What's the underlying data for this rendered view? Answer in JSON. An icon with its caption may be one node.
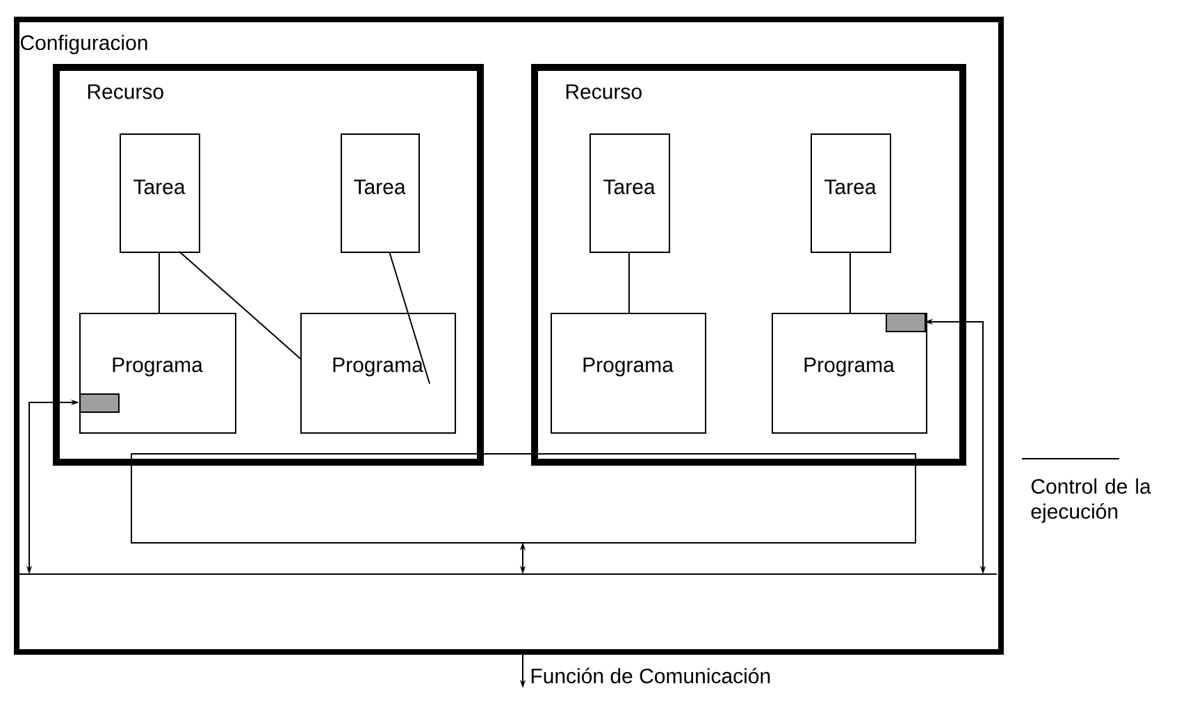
{
  "diagram": {
    "nodes": [
      {
        "text": [
          "Configuracion"
        ]
      },
      {
        "text": [
          "Recurso"
        ],
        "in": 0
      },
      {
        "text": [
          "Tarea"
        ],
        "in": 1
      },
      {
        "text": [
          "Tarea"
        ],
        "in": 1
      },
      {
        "text": [
          "Programa"
        ],
        "in": 1
      },
      {
        "text": [
          "Programa"
        ],
        "in": 1
      },
      {
        "text": [
          "Recurso"
        ],
        "in": 0
      },
      {
        "text": [
          "Tarea"
        ],
        "in": 6
      },
      {
        "text": [
          "Tarea"
        ],
        "in": 6
      },
      {
        "text": [
          "Programa"
        ],
        "in": 6
      },
      {
        "text": [
          "Programa"
        ],
        "in": 6
      },
      {
        "text": [],
        "shape": "box",
        "in": 0
      },
      {
        "text": [],
        "shape": "bar",
        "in": 0
      },
      {
        "text": [],
        "shape": "box",
        "in": 4
      },
      {
        "text": [],
        "shape": "box",
        "in": 10
      }
    ],
    "edges": [
      {
        "from": 2,
        "to": 4,
        "arrow": "none"
      },
      {
        "from": 2,
        "to": 5,
        "arrow": "none"
      },
      {
        "from": 3,
        "to": 5,
        "arrow": "none"
      },
      {
        "from": 7,
        "to": 9,
        "arrow": "none"
      },
      {
        "from": 8,
        "to": 10,
        "arrow": "none"
      },
      {
        "from": 12,
        "to": 13,
        "arrow": "both"
      },
      {
        "from": 12,
        "to": 14,
        "arrow": "both"
      },
      {
        "from": 11,
        "to": 12,
        "arrow": "both"
      },
      {
        "from": 0,
        "to": null,
        "arrow": "to",
        "label": "Función de Comunicación"
      }
    ],
    "legend": [
      {
        "text": "Control de la ejecución"
      }
    ]
  }
}
